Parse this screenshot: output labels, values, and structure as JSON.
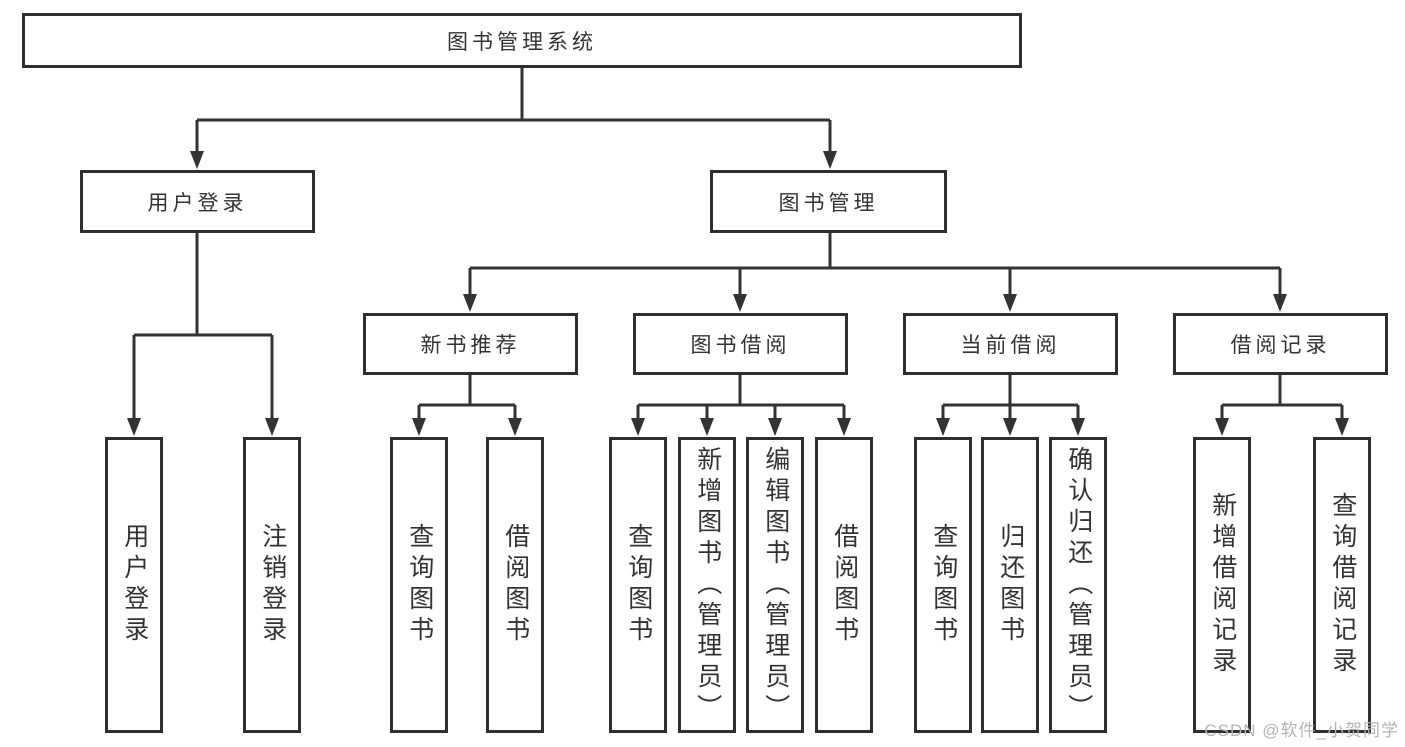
{
  "diagram": {
    "root": {
      "label": "图书管理系统"
    },
    "level2": [
      "用户登录",
      "图书管理"
    ],
    "level3": [
      "新书推荐",
      "图书借阅",
      "当前借阅",
      "借阅记录"
    ],
    "leaves": {
      "user_login": [
        "用户登录",
        "注销登录"
      ],
      "new_books": [
        "查询图书",
        "借阅图书"
      ],
      "book_borrow": [
        "查询图书",
        "新增图书（管理员）",
        "编辑图书（管理员）",
        "借阅图书"
      ],
      "current_borrow": [
        "查询图书",
        "归还图书",
        "确认归还（管理员）"
      ],
      "borrow_records": [
        "新增借阅记录",
        "查询借阅记录"
      ]
    },
    "colors": {
      "line": "#333333",
      "box_border": "#2e2e2e",
      "text": "#333333",
      "background": "#ffffff",
      "watermark": "#b3b3b3"
    }
  },
  "watermark": {
    "text": "CSDN @软件_小贺同学"
  }
}
